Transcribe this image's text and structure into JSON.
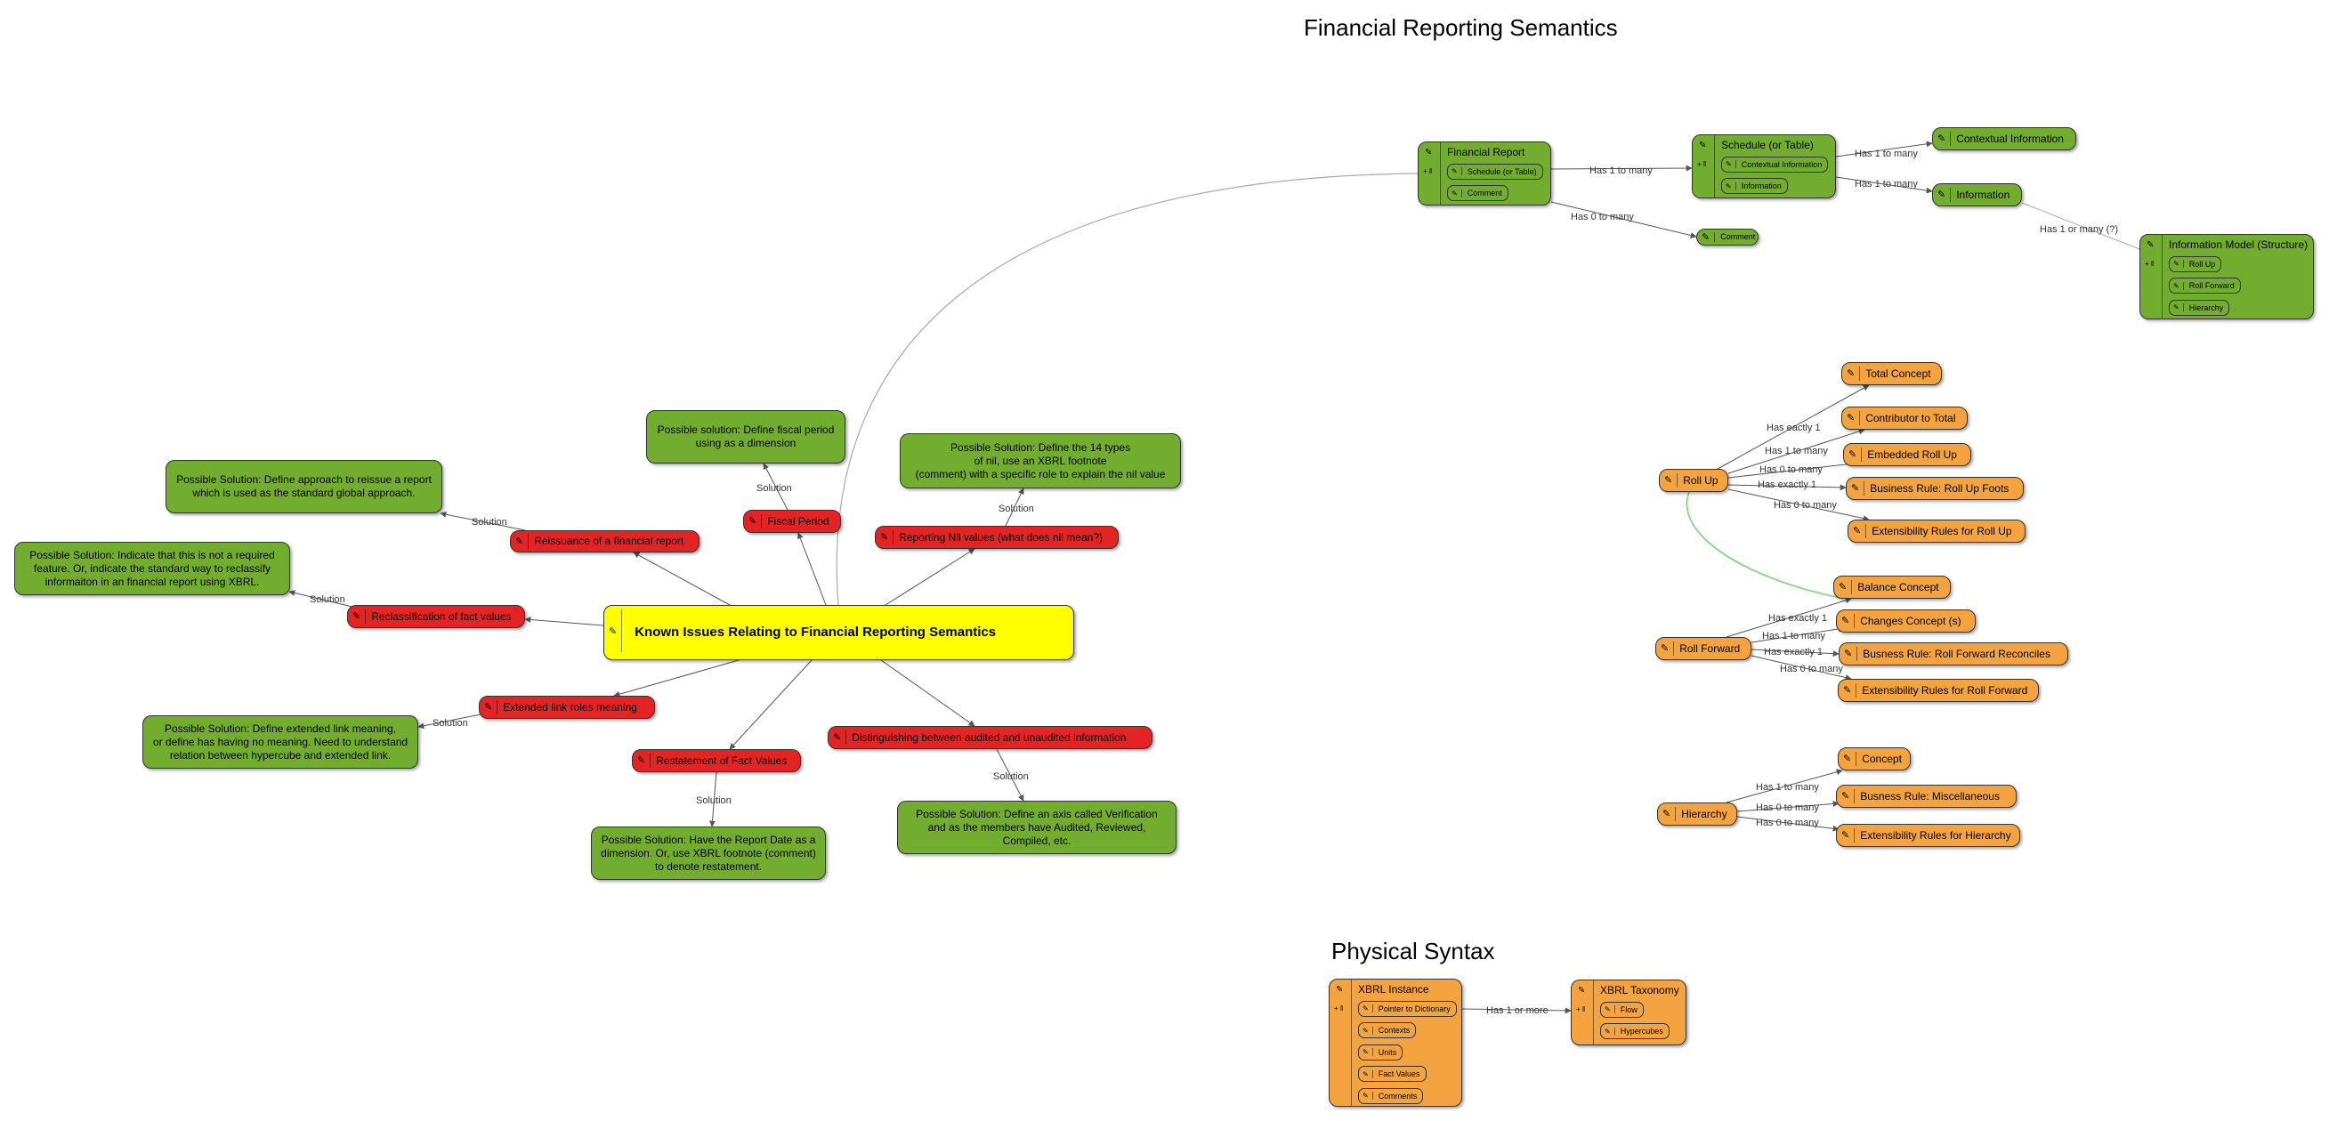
{
  "titles": {
    "financial_reporting_semantics": "Financial Reporting Semantics",
    "physical_syntax": "Physical Syntax"
  },
  "icons": {
    "node_icon": "pencil-icon",
    "group_expander": "plus-minus-icon",
    "pencil_glyph": "✎",
    "expander_glyph": "+ ‖"
  },
  "colors": {
    "solution_green": "#73ad2f",
    "issue_red": "#e32424",
    "structure_orange": "#f3a440",
    "center_yellow": "#ffff00",
    "edge_gray": "#555555",
    "highlight_green": "#8fd88f"
  },
  "nodes": {
    "center": "Known Issues Relating to Financial Reporting Semantics",
    "issues": {
      "reissuance": "Reissuance of a financial report",
      "fiscal_period": "Fiscal Period",
      "nil_values": "Reporting Nil values (what does nil mean?)",
      "reclassification": "Reclassification of fact values",
      "extended_link": "Extended link roles meaning",
      "restatement": "Restatement of Fact Values",
      "audited": "Distinguishing between audited and unaudited information"
    },
    "solutions": {
      "reissuance": "Possible Solution: Define approach to reissue a report\nwhich is used as the standard global approach.",
      "fiscal_period": "Possible solution: Define fiscal period\nusing as a dimension",
      "nil_values": "Possible Solution: Define the 14 types\nof nil, use an XBRL footnote\n(comment) with a specific role to explain the nil value",
      "reclassification": "Possible Solution: Indicate that this is not a required\nfeature.  Or, indicate the standard way to reclassify\ninformaiton in an financial report using XBRL.",
      "extended_link": "Possible Solution: Define extended link meaning,\nor define has having no meaning.  Need to understand\nrelation between hypercube and extended link.",
      "restatement": "Possible Solution: Have the Report Date as a\ndimension.  Or, use XBRL footnote (comment)\nto denote restatement.",
      "audited": "Possible Solution: Define an axis called Verification\nand as the members have Audited, Reviewed,\nCompiled, etc."
    },
    "groups": {
      "financial_report": {
        "title": "Financial Report",
        "items": [
          "Schedule (or Table)",
          "Comment"
        ]
      },
      "schedule": {
        "title": "Schedule (or Table)",
        "items": [
          "Contextual Information",
          "Information"
        ]
      },
      "information_model": {
        "title": "Information Model (Structure)",
        "items": [
          "Roll Up",
          "Roll Forward",
          "Hierarchy"
        ]
      },
      "xbrl_instance": {
        "title": "XBRL Instance",
        "items": [
          "Pointer to Dictionary",
          "Contexts",
          "Units",
          "Fact Values",
          "Comments"
        ]
      },
      "xbrl_taxonomy": {
        "title": "XBRL Taxonomy",
        "items": [
          "Flow",
          "Hypercubes"
        ]
      }
    },
    "structure": {
      "contextual_information": "Contextual Information",
      "information": "Information",
      "comment": "Comment",
      "roll_up": "Roll Up",
      "total_concept": "Total Concept",
      "contributor_to_total": "Contributor to Total",
      "embedded_roll_up": "Embedded Roll Up",
      "br_roll_up_foots": "Business Rule: Roll Up Foots",
      "ext_roll_up": "Extensibility Rules for Roll Up",
      "roll_forward": "Roll Forward",
      "balance_concept": "Balance Concept",
      "changes_concept": "Changes Concept (s)",
      "br_roll_forward": "Busness Rule: Roll Forward Reconciles",
      "ext_roll_forward": "Extensibility Rules for Roll Forward",
      "hierarchy": "Hierarchy",
      "concept": "Concept",
      "br_misc": "Busness Rule: Miscellaneous",
      "ext_hierarchy": "Extensibility Rules for Hierarchy"
    }
  },
  "edge_labels": {
    "solution": "Solution",
    "fr_schedule": "Has 1 to many",
    "fr_comment": "Has 0 to many",
    "sched_ctx": "Has 1 to many",
    "sched_info": "Has 1 to many",
    "info_model": "Has 1 or many (?)",
    "ru_total": "Has eactly 1",
    "ru_contrib": "Has 1 to many",
    "ru_embedded": "Has 0 to many",
    "ru_br": "Has exactly 1",
    "ru_ext": "Has 0 to many",
    "rf_balance": "Has exactly 1",
    "rf_changes": "Has 1 to many",
    "rf_br": "Has exactly 1",
    "rf_ext": "Has 0 to many",
    "h_concept": "Has 1 to many",
    "h_br": "Has 0 to many",
    "h_ext": "Has 0 to many",
    "instance_taxonomy": "Has 1 or more"
  }
}
